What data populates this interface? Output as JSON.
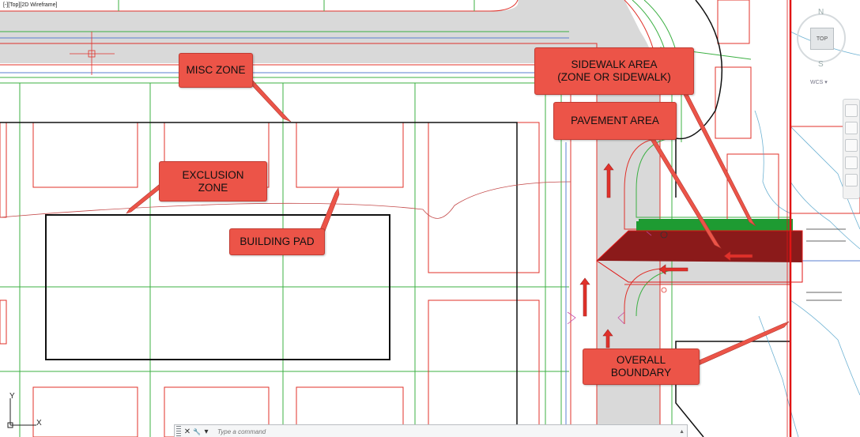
{
  "viewport": {
    "label": "[-][Top][2D Wireframe]"
  },
  "callouts": [
    {
      "id": "misc-zone",
      "label": "MISC ZONE"
    },
    {
      "id": "sidewalk-area",
      "label": "SIDEWALK AREA\n(ZONE OR SIDEWALK)"
    },
    {
      "id": "pavement-area",
      "label": "PAVEMENT AREA"
    },
    {
      "id": "exclusion-zone",
      "label": "EXCLUSION\nZONE"
    },
    {
      "id": "building-pad",
      "label": "BUILDING PAD"
    },
    {
      "id": "overall-boundary",
      "label": "OVERALL\nBOUNDARY"
    }
  ],
  "viewcube": {
    "north": "N",
    "south": "S",
    "top_face": "TOP",
    "wcs": "WCS ▾"
  },
  "ucs": {
    "x_label": "X",
    "y_label": "Y"
  },
  "command_line": {
    "close_icon": "✕",
    "settings_icon": "🔧",
    "recent_icon": "▾",
    "placeholder": "Type a command",
    "expand_icon": "▲"
  },
  "colors": {
    "callout_fill": "#ec5448",
    "lot_lines": "#e0312a",
    "grid_lines": "#3cb043",
    "building_outline": "#111111",
    "pavement": "#d9d9d9",
    "sidewalk_highlight": "#1e9b32",
    "pavement_highlight": "#8b1a1a",
    "boundary": "#e01515",
    "contours": "#4a9fc8"
  }
}
